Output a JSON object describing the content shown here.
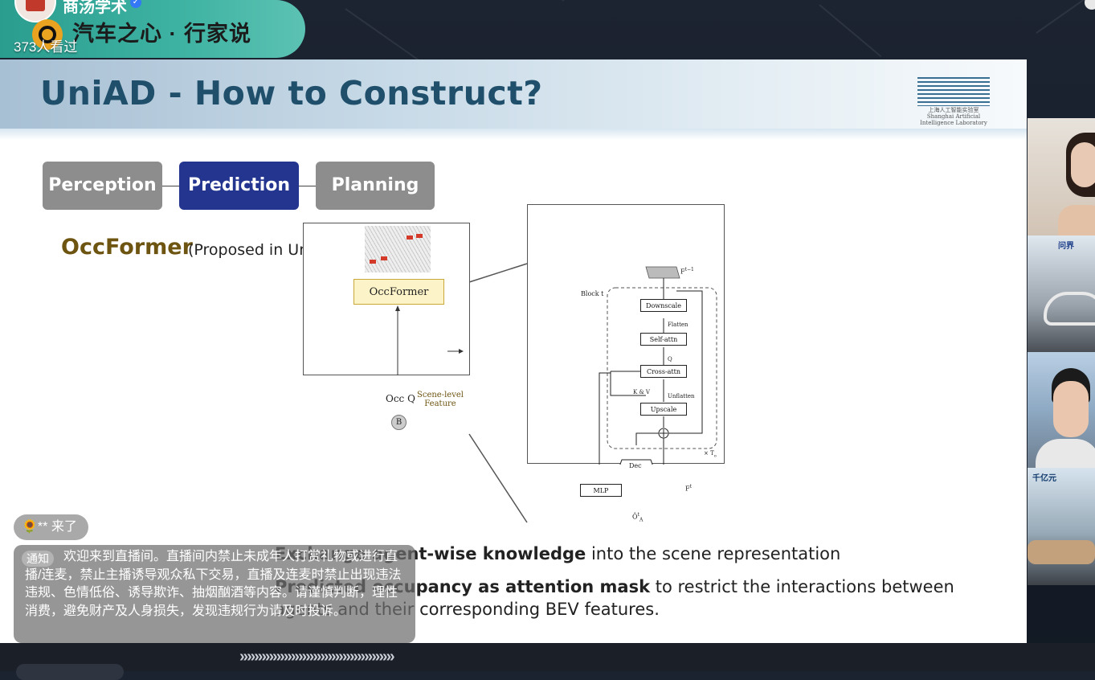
{
  "channel": {
    "name": "商汤学术",
    "verified_mark": "✓",
    "brand_text": "汽车之心 · 行家说",
    "viewers": "373人看过"
  },
  "slide": {
    "title": "UniAD - How to Construct?",
    "lab_logo_text": "上海人工智能实验室\nShanghai Artificial Intelligence Laboratory",
    "stages": [
      "Perception",
      "Prediction",
      "Planning"
    ],
    "active_stage": "Prediction",
    "occ_title": "OccFormer",
    "occ_subtitle": "(Proposed in UniAD)",
    "figure": {
      "occformer_label": "OccFormer",
      "occ_q": "Occ Q",
      "scene_level": "Scene-level",
      "feature": "Feature",
      "b_node": "B",
      "block_label": "Block t",
      "f_top": "F",
      "f_top_sup": "t−1",
      "downscale": "Downscale",
      "flatten": "Flatten",
      "self_attn": "Self-attn",
      "q_label": "Q",
      "cross_attn": "Cross-attn",
      "kv_label": "K & V",
      "unflatten": "Unflatten",
      "upscale": "Upscale",
      "times_label": "× T",
      "times_sub": "o",
      "dec": "Dec",
      "mlp": "MLP",
      "f_out": "F",
      "f_out_sup": "t",
      "o_out": "Ô",
      "o_out_sup": "t",
      "o_out_sub": "A"
    },
    "bullets": [
      {
        "bold": "Exchange agent-wise knowledge",
        "rest": " into the scene representation"
      },
      {
        "bold": "Predicted occupancy as attention mask",
        "rest": " to restrict the interactions between"
      },
      {
        "bold": "",
        "rest": "agents and their corresponding BEV features."
      }
    ],
    "colors": {
      "active": "#23358f",
      "inactive": "#8d8d8d",
      "title": "#1f4f6b",
      "occ": "#6d5410"
    }
  },
  "chat": {
    "join_text": "** 来了",
    "join_icon": "🌻",
    "notice_tag": "通知",
    "notice_text": "欢迎来到直播间。直播间内禁止未成年人打赏礼物或进行直播/连麦，禁止主播诱导观众私下交易，直播及连麦时禁止出现违法违规、色情低俗、诱导欺诈、抽烟酗酒等内容。请谨慎判断，理性消费，避免财产及人身损失，发现违规行为请及时投诉。"
  },
  "bottom": {
    "chevrons": "»»»»»»»»»»»»»»»»»»»»»"
  },
  "side_cams": [
    {
      "label": "presenter-camera"
    },
    {
      "label": "car-interior-ad",
      "text": "问界"
    },
    {
      "label": "guest-camera"
    },
    {
      "label": "car-ad-2",
      "text": "千亿元"
    }
  ]
}
